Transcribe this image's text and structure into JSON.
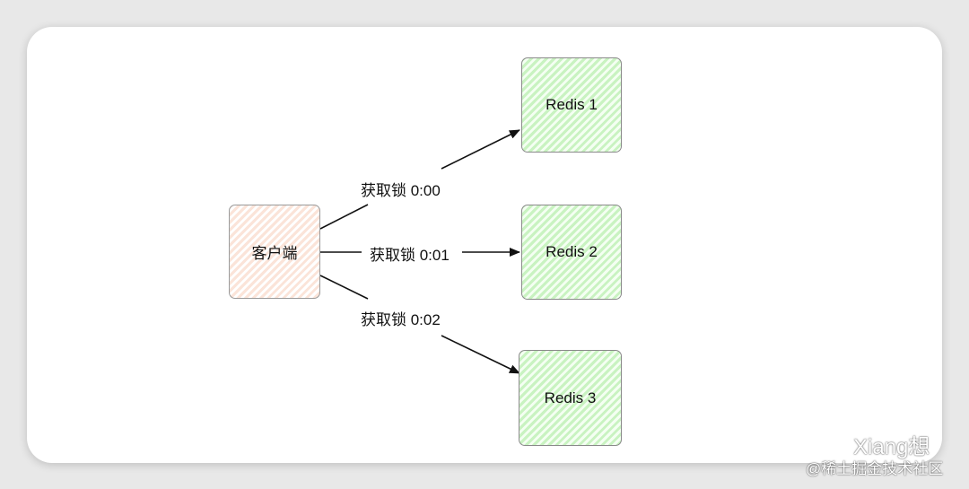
{
  "nodes": {
    "client": {
      "label": "客户端"
    },
    "redis": [
      {
        "label": "Redis 1"
      },
      {
        "label": "Redis 2"
      },
      {
        "label": "Redis 3"
      }
    ]
  },
  "edges": [
    {
      "label": "获取锁 0:00"
    },
    {
      "label": "获取锁 0:01"
    },
    {
      "label": "获取锁 0:02"
    }
  ],
  "colors": {
    "client_fill": "#fbe4d9",
    "redis_fill": "#c9f3c1",
    "edge": "#111111"
  },
  "watermark": {
    "account": "Xiang想",
    "source": "@稀土掘金技术社区",
    "icon": "wechat-icon"
  }
}
